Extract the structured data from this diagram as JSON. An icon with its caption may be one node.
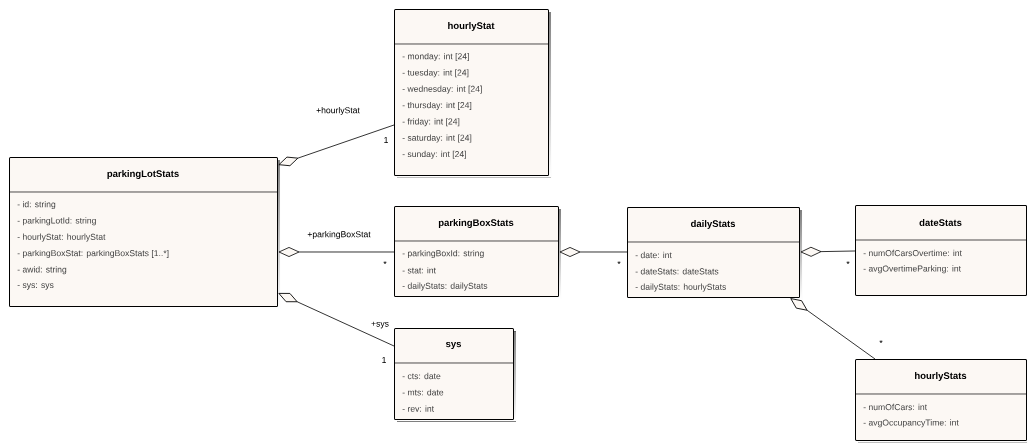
{
  "diagram": {
    "nodes": [
      {
        "text": [
          "parkingLotStats",
          "- id: string",
          "- parkingLotId: string",
          "- hourlyStat: hourlyStat",
          "- parkingBoxStat: parkingBoxStats [1..*]",
          "- awid: string",
          "- sys: sys"
        ]
      },
      {
        "text": [
          "hourlyStat",
          "- monday: int [24]",
          "- tuesday: int [24]",
          "- wednesday: int [24]",
          "- thursday: int [24]",
          "- friday: int [24]",
          "- saturday: int [24]",
          "- sunday: int [24]"
        ]
      },
      {
        "text": [
          "parkingBoxStats",
          "- parkingBoxId: string",
          "- stat: int",
          "- dailyStats: dailyStats"
        ]
      },
      {
        "text": [
          "sys",
          "- cts: date",
          "- mts: date",
          "- rev: int"
        ]
      },
      {
        "text": [
          "dailyStats",
          "- date: int",
          "- dateStats: dateStats",
          "- dailyStats: hourlyStats"
        ]
      },
      {
        "text": [
          "dateStats",
          "- numOfCarsOvertime: int",
          "- avgOvertimeParking: int"
        ]
      },
      {
        "text": [
          "hourlyStats",
          "- numOfCars: int",
          "- avgOccupancyTime: int"
        ]
      }
    ],
    "edges": [
      {
        "from": 0,
        "to": 1,
        "arrow": "other",
        "label": "+hourlyStat"
      },
      {
        "from": 0,
        "to": 2,
        "arrow": "other",
        "label": "+parkingBoxStat"
      },
      {
        "from": 0,
        "to": 3,
        "arrow": "other",
        "label": "+sys"
      },
      {
        "from": 2,
        "to": 4,
        "arrow": "other"
      },
      {
        "from": 4,
        "to": 5,
        "arrow": "other"
      },
      {
        "from": 4,
        "to": 6,
        "arrow": "other"
      }
    ],
    "labels": [
      "1",
      "*",
      "1",
      "*",
      "*",
      "*"
    ]
  }
}
